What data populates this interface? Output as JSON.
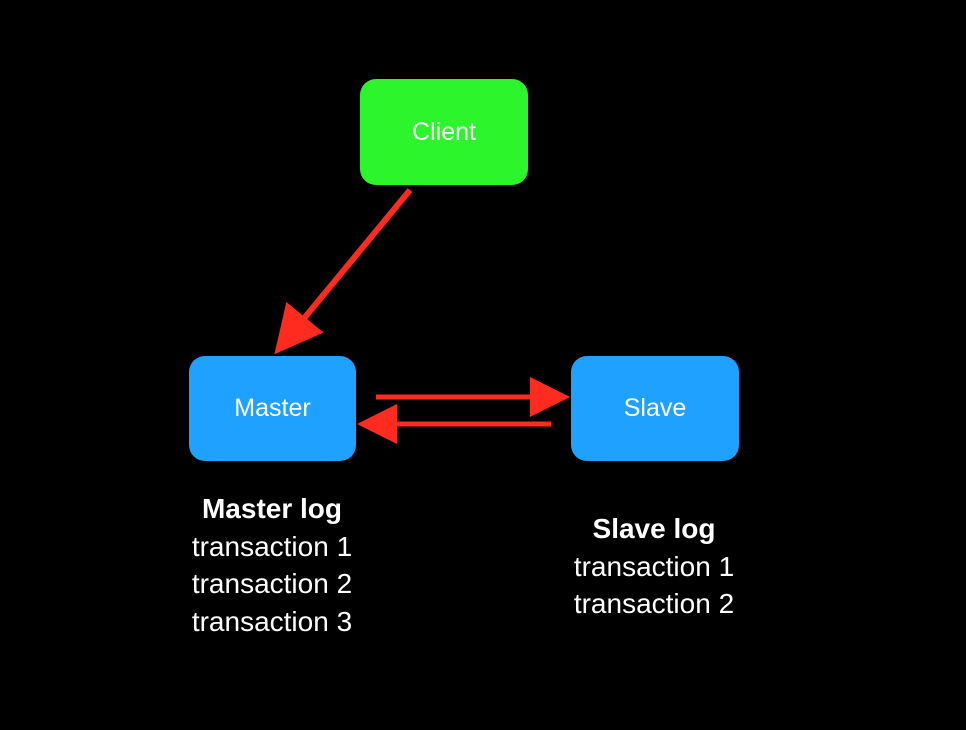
{
  "nodes": {
    "client": {
      "label": "Client",
      "color": "#2cf52c"
    },
    "master": {
      "label": "Master",
      "color": "#1ea1ff"
    },
    "slave": {
      "label": "Slave",
      "color": "#1ea1ff"
    }
  },
  "arrow_color": "#ff2b1f",
  "master_log": {
    "title": "Master log",
    "entries": [
      "transaction 1",
      "transaction 2",
      "transaction 3"
    ]
  },
  "slave_log": {
    "title": "Slave log",
    "entries": [
      "transaction 1",
      "transaction 2"
    ]
  }
}
